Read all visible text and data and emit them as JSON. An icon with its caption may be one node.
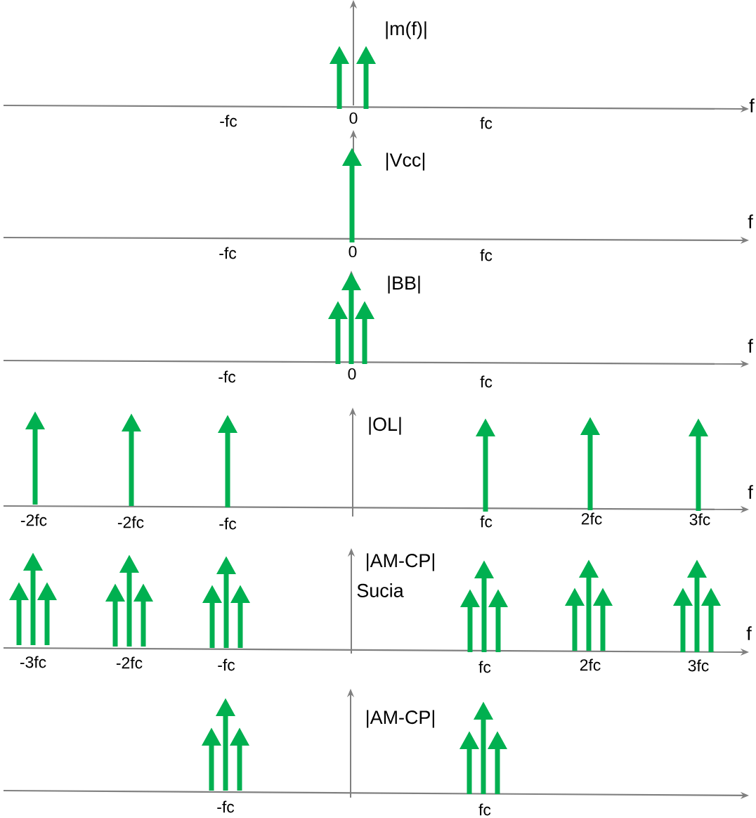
{
  "diagram": {
    "labels": [
      "|m(f)|",
      "f",
      "-fc",
      "0",
      "fc",
      "|Vcc|",
      "f",
      "-fc",
      "0",
      "fc",
      "|BB|",
      "f",
      "-fc",
      "0",
      "fc",
      "|OL|",
      "f",
      "-2fc",
      "-2fc",
      "-fc",
      "fc",
      "2fc",
      "3fc",
      "|AM-CP|",
      "Sucia",
      "f",
      "-3fc",
      "-2fc",
      "-fc",
      "fc",
      "2fc",
      "3fc",
      "|AM-CP|",
      "-fc",
      "fc"
    ]
  }
}
